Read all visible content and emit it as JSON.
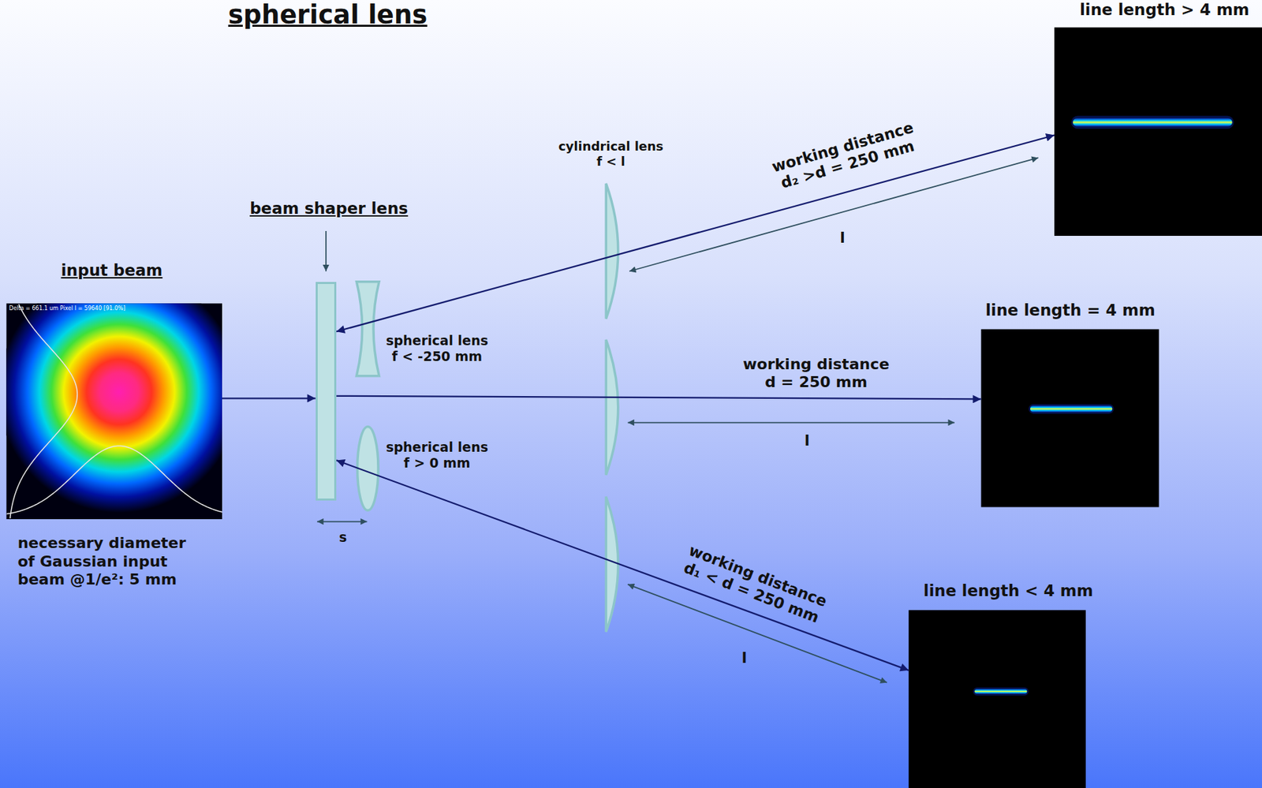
{
  "diagram": {
    "title": "spherical lens",
    "nodes": [
      {
        "text": [
          "input beam",
          "Delta = 661.1 um Pixel I = 59640 [91.0%]"
        ]
      },
      {
        "text": [
          "beam shaper lens"
        ]
      },
      {
        "text": [
          "line length > 4 mm"
        ]
      },
      {
        "text": [
          "line length = 4 mm"
        ]
      },
      {
        "text": [
          "line length < 4 mm"
        ]
      }
    ],
    "edges": [
      {
        "from": 0,
        "to": 1,
        "arrow": "to"
      },
      {
        "from": 1,
        "to": 2,
        "arrow": "both"
      },
      {
        "from": 1,
        "to": 3,
        "arrow": "to"
      },
      {
        "from": 1,
        "to": 4,
        "arrow": "both"
      }
    ],
    "labels": [
      "necessary diameter of Gaussian input beam @1/e²: 5 mm",
      "spherical lens f < -250 mm",
      "spherical lens f > 0 mm",
      "s",
      "cylindrical lens f < l",
      "working distance d₂ >d = 250 mm",
      "l",
      "working distance d = 250 mm",
      "l",
      "working distance d₁ < d = 250 mm",
      "l"
    ]
  }
}
